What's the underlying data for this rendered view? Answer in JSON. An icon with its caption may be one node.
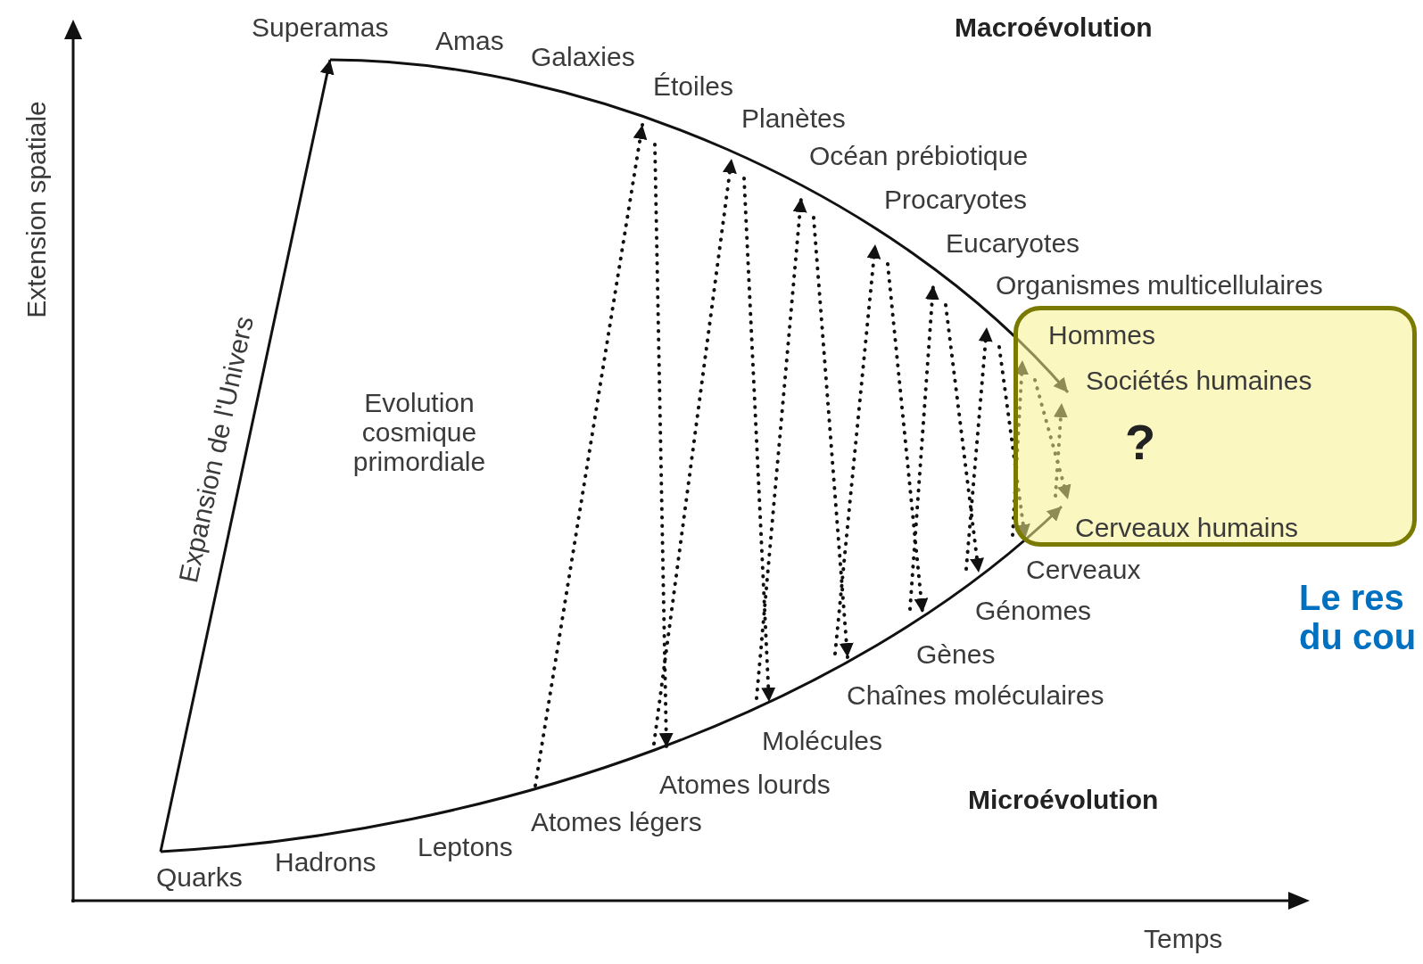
{
  "diagram": {
    "nodes": [
      {
        "text": [
          "Superamas"
        ]
      },
      {
        "text": [
          "Amas"
        ]
      },
      {
        "text": [
          "Galaxies"
        ]
      },
      {
        "text": [
          "Étoiles"
        ]
      },
      {
        "text": [
          "Planètes"
        ]
      },
      {
        "text": [
          "Océan prébiotique"
        ]
      },
      {
        "text": [
          "Procaryotes"
        ]
      },
      {
        "text": [
          "Eucaryotes"
        ]
      },
      {
        "text": [
          "Organismes multicellulaires"
        ]
      },
      {
        "text": [
          "?"
        ]
      },
      {
        "text": [
          "Hommes"
        ],
        "in": 9
      },
      {
        "text": [
          "Sociétés humaines"
        ],
        "in": 9
      },
      {
        "text": [
          "Cerveaux humains"
        ],
        "in": 9
      },
      {
        "text": [
          "Cerveaux"
        ]
      },
      {
        "text": [
          "Génomes"
        ]
      },
      {
        "text": [
          "Gènes"
        ]
      },
      {
        "text": [
          "Chaînes moléculaires"
        ]
      },
      {
        "text": [
          "Molécules"
        ]
      },
      {
        "text": [
          "Atomes lourds"
        ]
      },
      {
        "text": [
          "Atomes légers"
        ]
      },
      {
        "text": [
          "Leptons"
        ]
      },
      {
        "text": [
          "Hadrons"
        ]
      },
      {
        "text": [
          "Quarks"
        ]
      }
    ],
    "edges": [
      {
        "from": 22,
        "to": 0,
        "arrow": "to",
        "label": "Expansion de l'Univers"
      },
      {
        "from": 0,
        "to": 11,
        "arrow": "to"
      },
      {
        "from": 22,
        "to": 12,
        "arrow": "to"
      },
      {
        "from": 19,
        "to": 3,
        "arrow": "to",
        "style": "dashed"
      },
      {
        "from": 3,
        "to": 18,
        "arrow": "to",
        "style": "dashed"
      },
      {
        "from": 18,
        "to": 4,
        "arrow": "to",
        "style": "dashed"
      },
      {
        "from": 4,
        "to": 17,
        "arrow": "to",
        "style": "dashed"
      },
      {
        "from": 17,
        "to": 5,
        "arrow": "to",
        "style": "dashed"
      },
      {
        "from": 5,
        "to": 16,
        "arrow": "to",
        "style": "dashed"
      },
      {
        "from": 16,
        "to": 6,
        "arrow": "to",
        "style": "dashed"
      },
      {
        "from": 6,
        "to": 15,
        "arrow": "to",
        "style": "dashed"
      },
      {
        "from": 15,
        "to": 7,
        "arrow": "to",
        "style": "dashed"
      },
      {
        "from": 7,
        "to": 14,
        "arrow": "to",
        "style": "dashed"
      },
      {
        "from": 14,
        "to": 8,
        "arrow": "to",
        "style": "dashed"
      },
      {
        "from": 8,
        "to": 13,
        "arrow": "to",
        "style": "dashed"
      },
      {
        "from": 13,
        "to": 10,
        "arrow": "to",
        "style": "dashed"
      },
      {
        "from": 10,
        "to": 12,
        "arrow": "to",
        "style": "dashed"
      },
      {
        "from": 12,
        "to": 11,
        "arrow": "to",
        "style": "dashed"
      }
    ],
    "labels": [
      "Macroévolution",
      "Extension spatiale",
      "Evolution cosmique primordiale",
      "Le res du cou",
      "Microévolution",
      "Temps"
    ]
  }
}
